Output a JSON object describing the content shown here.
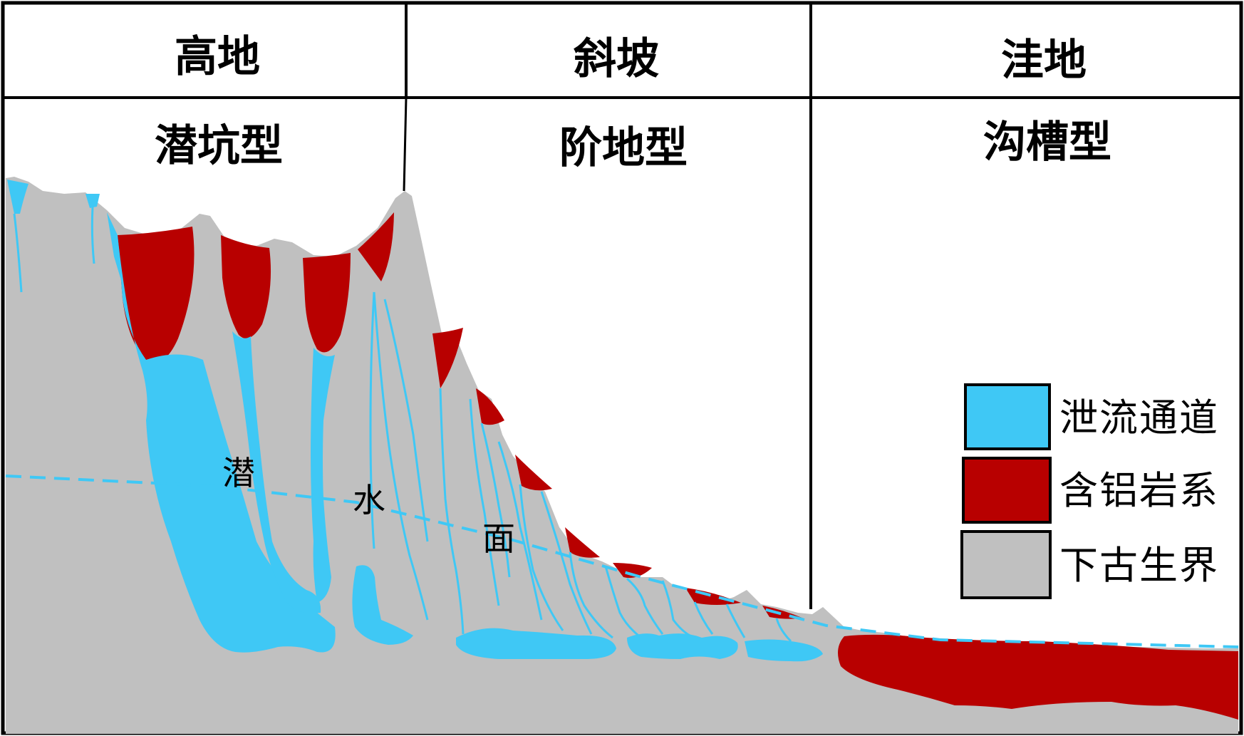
{
  "zones": [
    {
      "name": "高地",
      "type": "潜坑型"
    },
    {
      "name": "斜坡",
      "type": "阶地型"
    },
    {
      "name": "洼地",
      "type": "沟槽型"
    }
  ],
  "water_table_label": {
    "char1": "潜",
    "char2": "水",
    "char3": "面"
  },
  "legend": [
    {
      "label": "泄流通道",
      "color": "#3fc8f5"
    },
    {
      "label": "含铝岩系",
      "color": "#b80000"
    },
    {
      "label": "下古生界",
      "color": "#c0c0c0"
    }
  ],
  "colors": {
    "channel": "#3fc8f5",
    "bauxite": "#b80000",
    "bedrock": "#c0c0c0",
    "frame": "#000000"
  }
}
